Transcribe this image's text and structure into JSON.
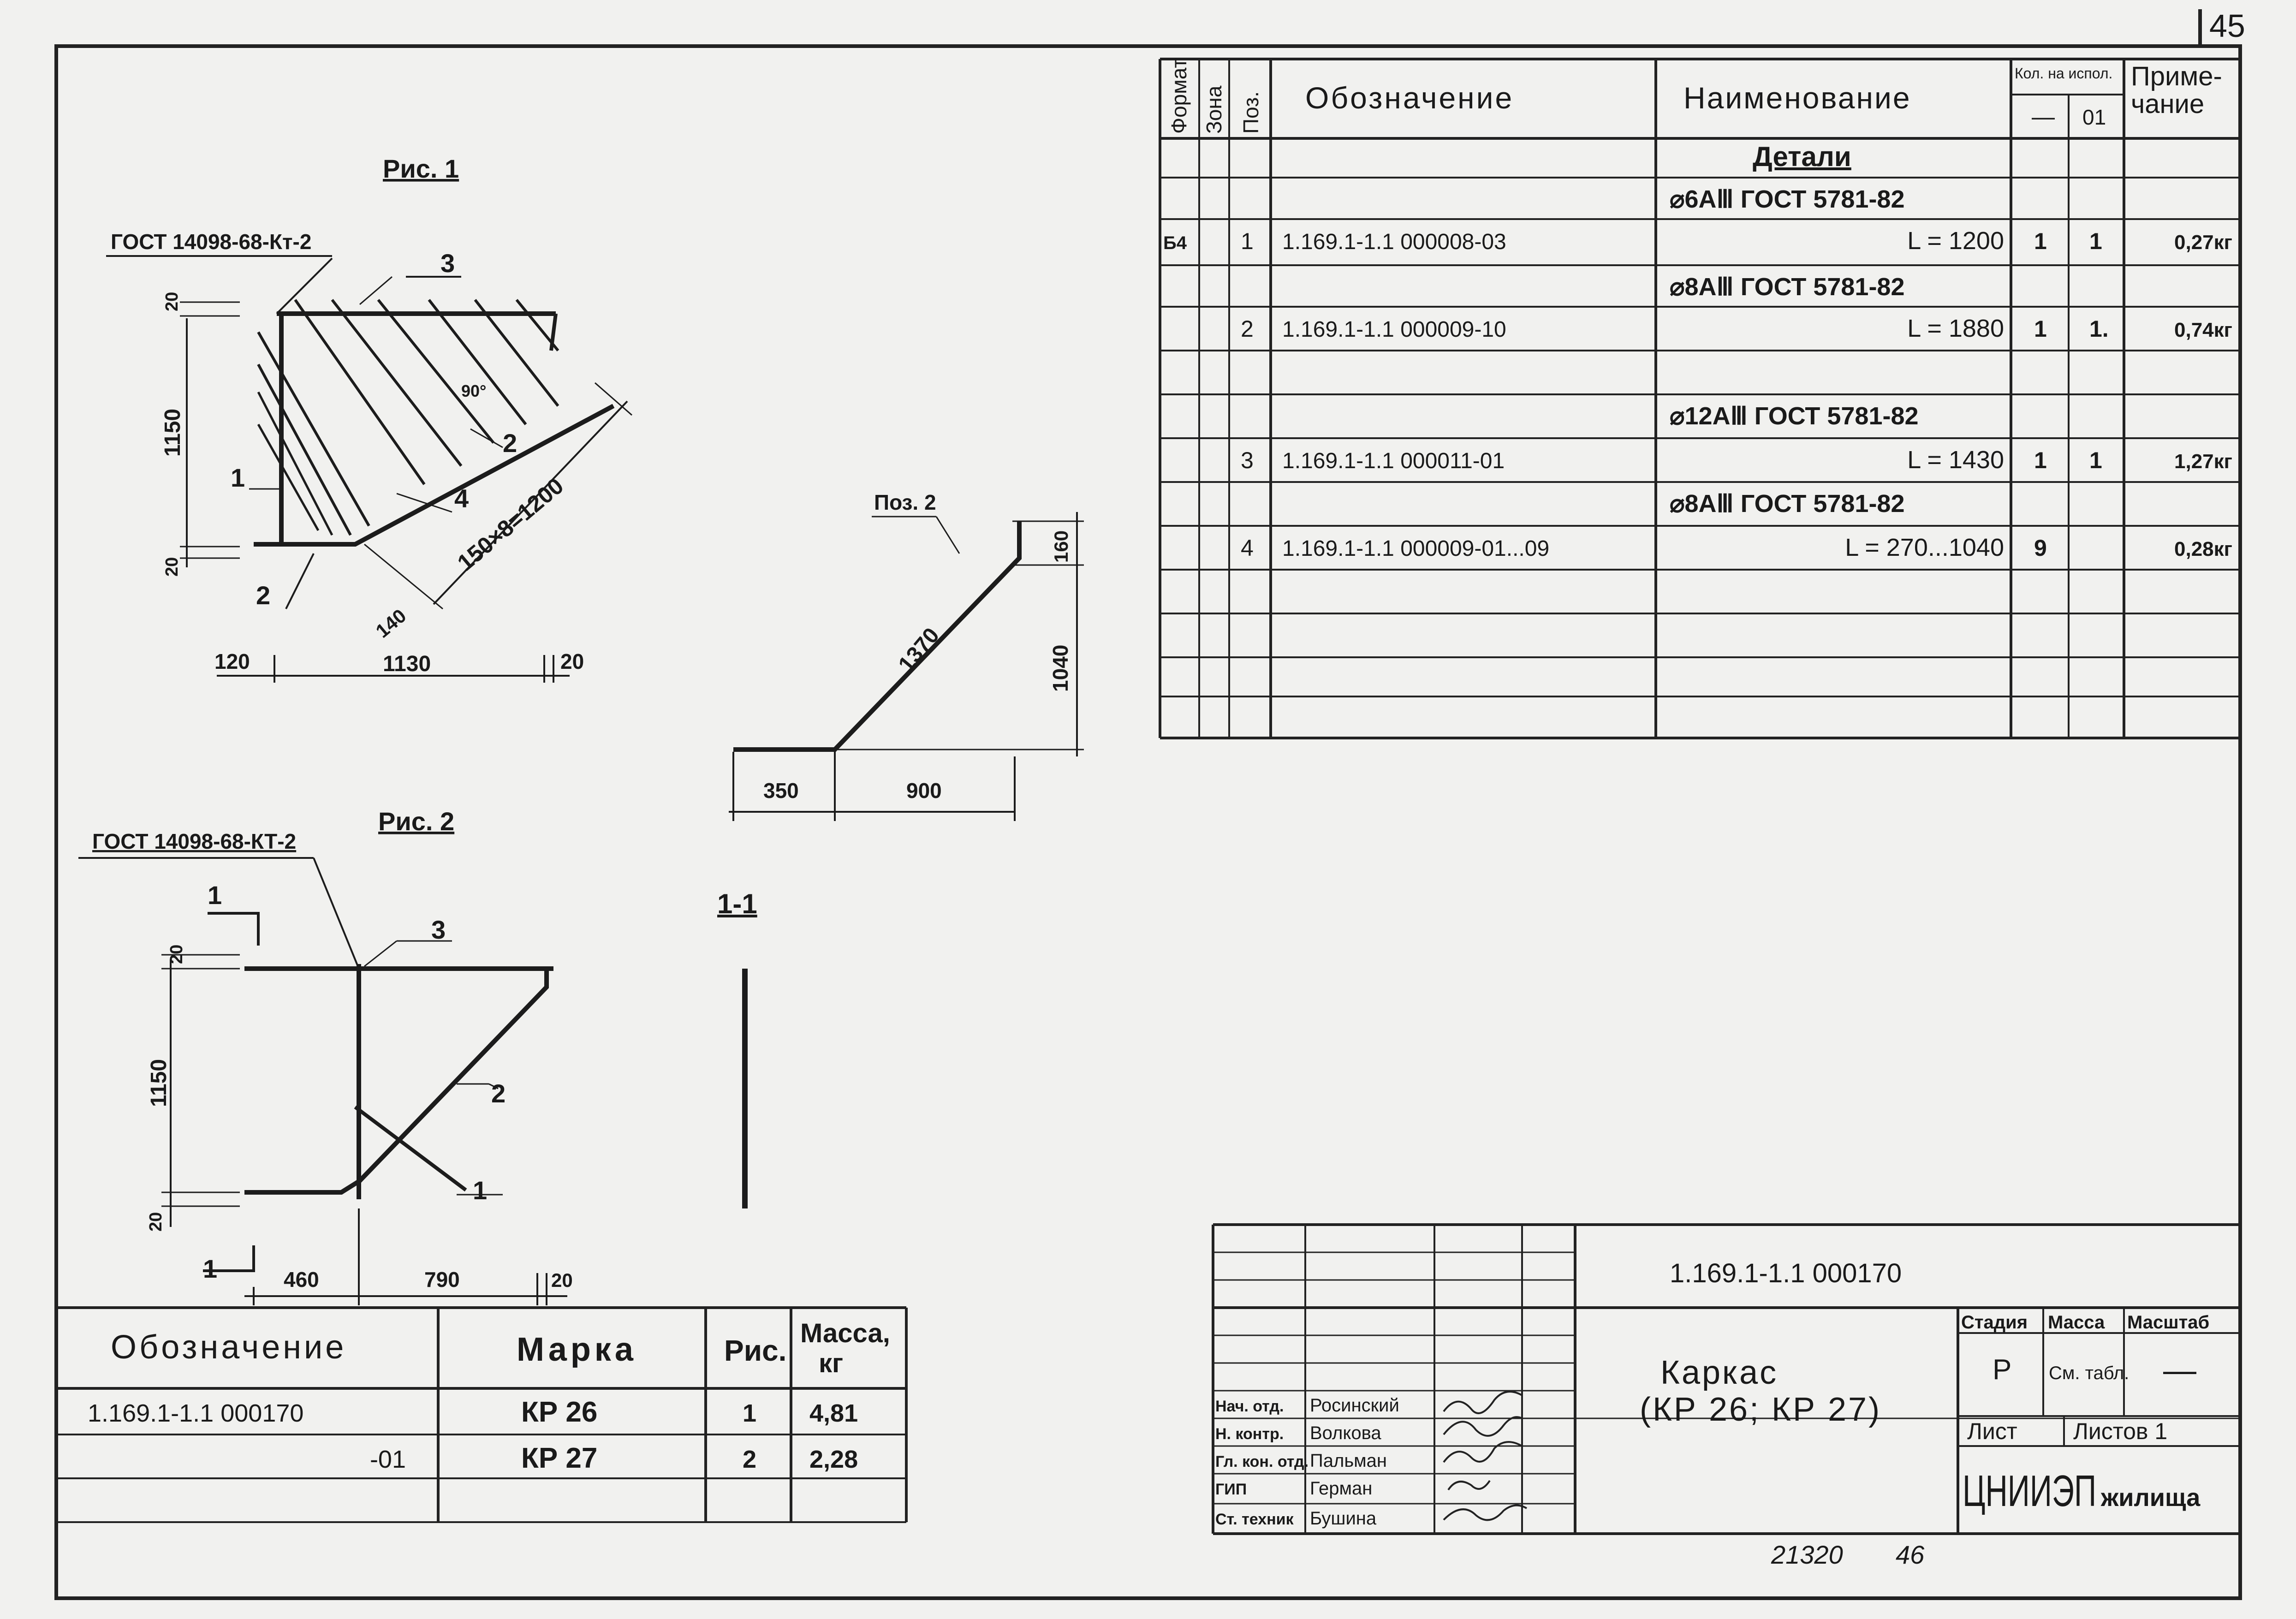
{
  "sheet_number": "45",
  "spec_table": {
    "headers": {
      "format": "Формат",
      "zone": "Зона",
      "pos": "Поз.",
      "designation": "Обозначение",
      "name": "Наименование",
      "qty": "Кол. на испол.",
      "qty_a": "—",
      "qty_b": "01",
      "note": "Приме-\nчание"
    },
    "section": "Детали",
    "rows": [
      {
        "format": "",
        "pos": "",
        "designation": "",
        "name": "⌀6АⅢ ГОСТ 5781-82",
        "qa": "",
        "qb": "",
        "note": ""
      },
      {
        "format": "Б4",
        "pos": "1",
        "designation": "1.169.1-1.1 000008-03",
        "name": "L = 1200",
        "qa": "1",
        "qb": "1",
        "note": "0,27кг"
      },
      {
        "format": "",
        "pos": "",
        "designation": "",
        "name": "⌀8АⅢ ГОСТ 5781-82",
        "qa": "",
        "qb": "",
        "note": ""
      },
      {
        "format": "",
        "pos": "2",
        "designation": "1.169.1-1.1 000009-10",
        "name": "L = 1880",
        "qa": "1",
        "qb": "1.",
        "note": "0,74кг"
      },
      {
        "format": "",
        "pos": "",
        "designation": "",
        "name": "",
        "qa": "",
        "qb": "",
        "note": ""
      },
      {
        "format": "",
        "pos": "",
        "designation": "",
        "name": "⌀12АⅢ ГОСТ 5781-82",
        "qa": "",
        "qb": "",
        "note": ""
      },
      {
        "format": "",
        "pos": "3",
        "designation": "1.169.1-1.1 000011-01",
        "name": "L = 1430",
        "qa": "1",
        "qb": "1",
        "note": "1,27кг"
      },
      {
        "format": "",
        "pos": "",
        "designation": "",
        "name": "⌀8АⅢ ГОСТ 5781-82",
        "qa": "",
        "qb": "",
        "note": ""
      },
      {
        "format": "",
        "pos": "4",
        "designation": "1.169.1-1.1 000009-01...09",
        "name": "L = 270...1040",
        "qa": "9",
        "qb": "",
        "note": "0,28кг"
      }
    ]
  },
  "fig1": {
    "title": "Рис. 1",
    "gost": "ГОСТ 14098-68-Кт-2",
    "dims": {
      "top": "20",
      "height": "1150",
      "bottom": "20",
      "left_off": "120",
      "width": "1130",
      "right_off": "20",
      "diag": "150×8=1200",
      "step": "140",
      "angle": "90°"
    },
    "pos": {
      "p1": "1",
      "p2": "2",
      "p2b": "2",
      "p3": "3",
      "p4": "4"
    }
  },
  "pos2": {
    "title": "Поз. 2",
    "dims": {
      "diag": "1370",
      "top": "160",
      "height": "1040",
      "left": "350",
      "width": "900"
    }
  },
  "fig2": {
    "title": "Рис. 2",
    "gost": "ГОСТ 14098-68-КТ-2",
    "section_mark": "1",
    "dims": {
      "top": "20",
      "height": "1150",
      "bottom": "20",
      "left": "460",
      "right": "790",
      "right_off": "20"
    },
    "pos": {
      "p1": "1",
      "p2": "2",
      "p3": "3"
    }
  },
  "section": {
    "title": "1-1"
  },
  "mark_table": {
    "headers": {
      "designation": "Обозначение",
      "mark": "Марка",
      "fig": "Рис.",
      "mass": "Масса,\nкг"
    },
    "rows": [
      {
        "designation": "1.169.1-1.1 000170",
        "mark": "КР 26",
        "fig": "1",
        "mass": "4,81"
      },
      {
        "designation": "-01",
        "mark": "КР 27",
        "fig": "2",
        "mass": "2,28"
      }
    ]
  },
  "title_block": {
    "code": "1.169.1-1.1 000170",
    "name_line1": "Каркас",
    "name_line2": "(КР 26; КР 27)",
    "stage_label": "Стадия",
    "mass_label": "Масса",
    "scale_label": "Масштаб",
    "stage": "Р",
    "mass": "См. табл.",
    "scale": "—",
    "sheet_label": "Лист",
    "sheets_label": "Листов 1",
    "org": "ЦНИИЭП",
    "org_suffix": "жилища",
    "signers": [
      {
        "role": "Нач. отд.",
        "name": "Росинский"
      },
      {
        "role": "Н. контр.",
        "name": "Волкова"
      },
      {
        "role": "Гл. кон. отд.",
        "name": "Пальман"
      },
      {
        "role": "ГИП",
        "name": "Герман"
      },
      {
        "role": "Ст. техник",
        "name": "Бушина"
      }
    ]
  },
  "footer": {
    "archive": "21320",
    "page": "46"
  }
}
